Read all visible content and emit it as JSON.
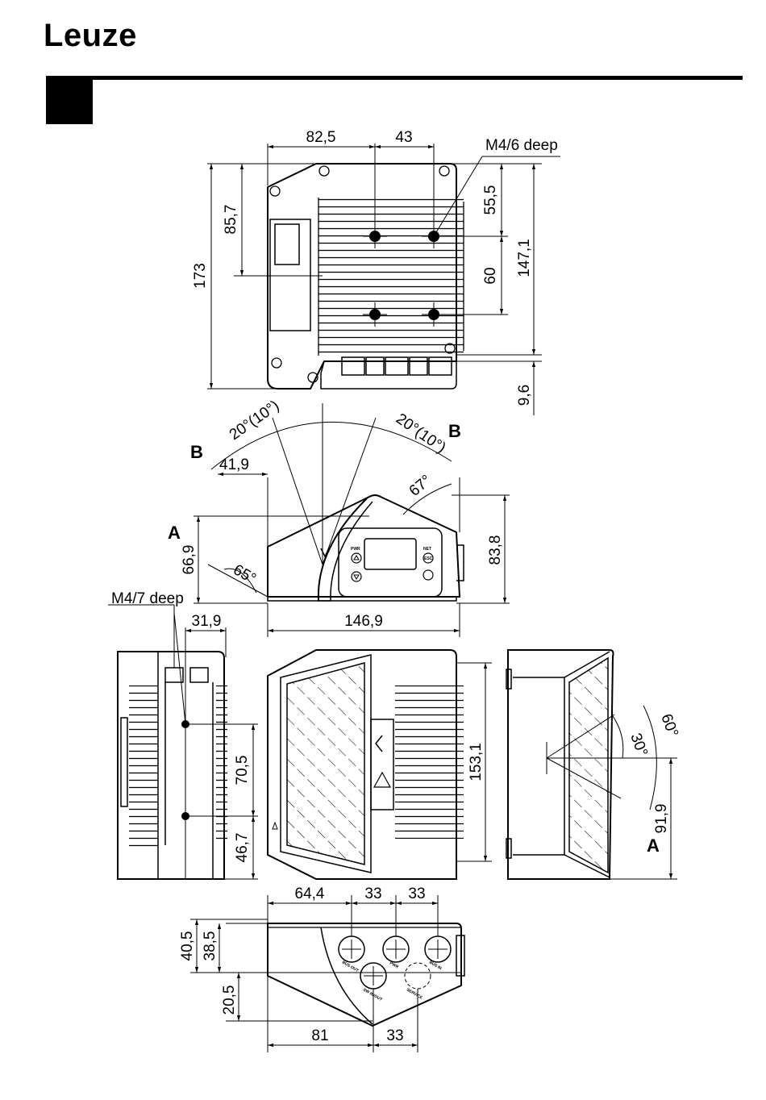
{
  "brand": "Leuze",
  "labels": {
    "thread_top": "M4/6 deep",
    "thread_side": "M4/7 deep",
    "view_a": "A",
    "view_b": "B",
    "angle_b": "20°(10°)",
    "angle_67": "67°",
    "angle_65": "65°",
    "angle_30": "30°",
    "angle_60": "60°",
    "pwr": "PWR",
    "net": "NET",
    "esc": "ESC",
    "bus_out": "BUS OUT",
    "sw_in_out": "SW IN/OUT",
    "pwr_port": "PWR",
    "bus_in": "BUS IN",
    "service": "SERVICE"
  },
  "dims": {
    "d82_5": "82,5",
    "d43": "43",
    "d85_7": "85,7",
    "d173": "173",
    "d55_5": "55,5",
    "d60": "60",
    "d147_1": "147,1",
    "d9_6": "9,6",
    "d41_9": "41,9",
    "d83_8": "83,8",
    "d66_9": "66,9",
    "d146_9": "146,9",
    "d31_9": "31,9",
    "d70_5": "70,5",
    "d46_7": "46,7",
    "d153_1": "153,1",
    "d91_9": "91,9",
    "d64_4": "64,4",
    "d33a": "33",
    "d33b": "33",
    "d40_5": "40,5",
    "d38_5": "38,5",
    "d20_5": "20,5",
    "d81": "81",
    "d33c": "33"
  }
}
